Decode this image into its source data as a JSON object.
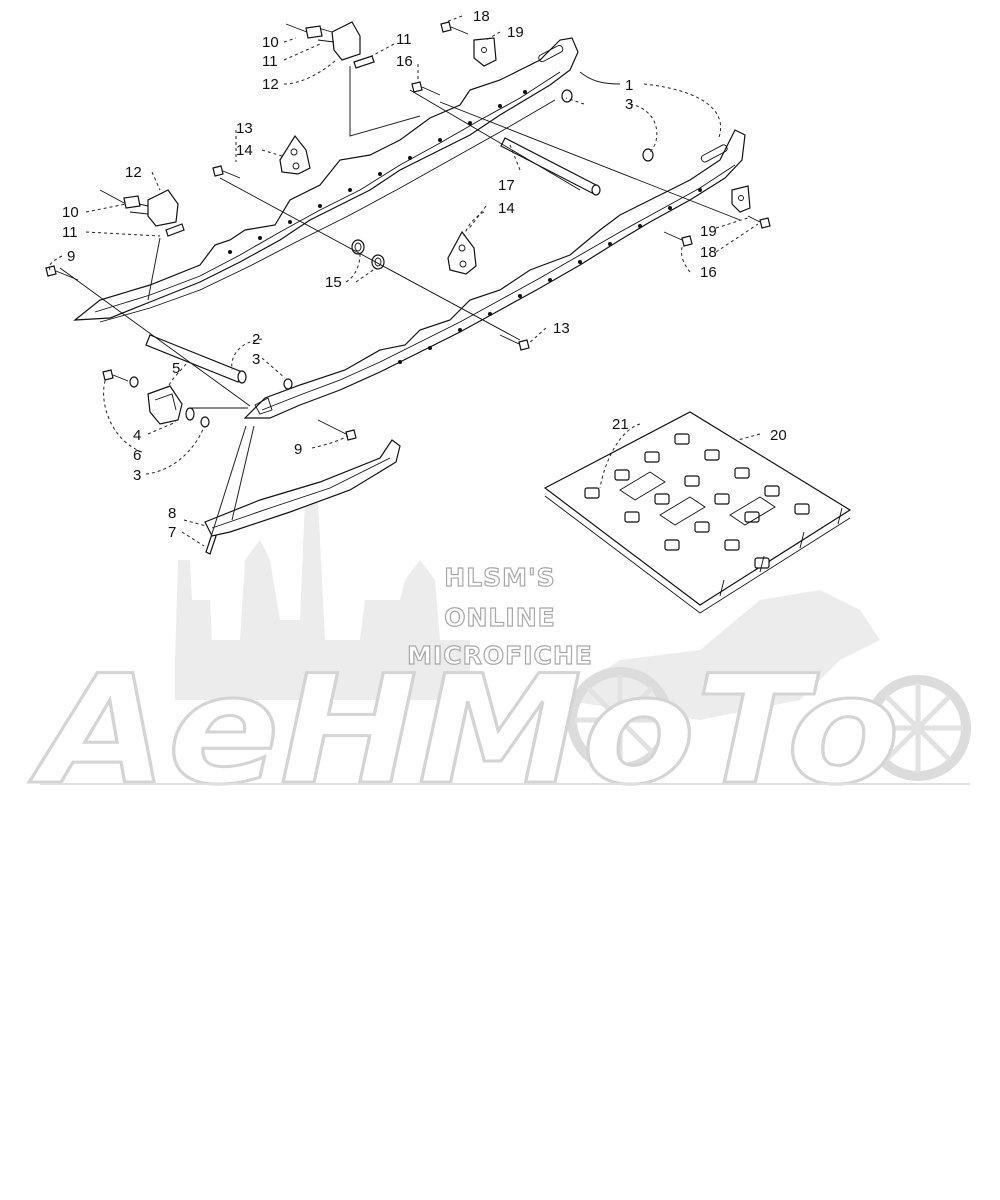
{
  "callouts": [
    {
      "id": "c1",
      "text": "1"
    },
    {
      "id": "c2",
      "text": "2"
    },
    {
      "id": "c3a",
      "text": "3"
    },
    {
      "id": "c3b",
      "text": "3"
    },
    {
      "id": "c3c",
      "text": "3"
    },
    {
      "id": "c4",
      "text": "4"
    },
    {
      "id": "c5",
      "text": "5"
    },
    {
      "id": "c6",
      "text": "6"
    },
    {
      "id": "c7",
      "text": "7"
    },
    {
      "id": "c8",
      "text": "8"
    },
    {
      "id": "c9a",
      "text": "9"
    },
    {
      "id": "c9b",
      "text": "9"
    },
    {
      "id": "c10a",
      "text": "10"
    },
    {
      "id": "c10b",
      "text": "10"
    },
    {
      "id": "c11a",
      "text": "11"
    },
    {
      "id": "c11b",
      "text": "11"
    },
    {
      "id": "c11c",
      "text": "11"
    },
    {
      "id": "c12a",
      "text": "12"
    },
    {
      "id": "c12b",
      "text": "12"
    },
    {
      "id": "c13a",
      "text": "13"
    },
    {
      "id": "c13b",
      "text": "13"
    },
    {
      "id": "c14a",
      "text": "14"
    },
    {
      "id": "c14b",
      "text": "14"
    },
    {
      "id": "c15",
      "text": "15"
    },
    {
      "id": "c16a",
      "text": "16"
    },
    {
      "id": "c16b",
      "text": "16"
    },
    {
      "id": "c17",
      "text": "17"
    },
    {
      "id": "c18a",
      "text": "18"
    },
    {
      "id": "c18b",
      "text": "18"
    },
    {
      "id": "c19a",
      "text": "19"
    },
    {
      "id": "c19b",
      "text": "19"
    },
    {
      "id": "c20",
      "text": "20"
    },
    {
      "id": "c21",
      "text": "21"
    }
  ],
  "watermark": {
    "line1": "HLSM'S",
    "line2": "ONLINE",
    "line3": "MICROFICHE",
    "brand": "AeHMoTo"
  }
}
